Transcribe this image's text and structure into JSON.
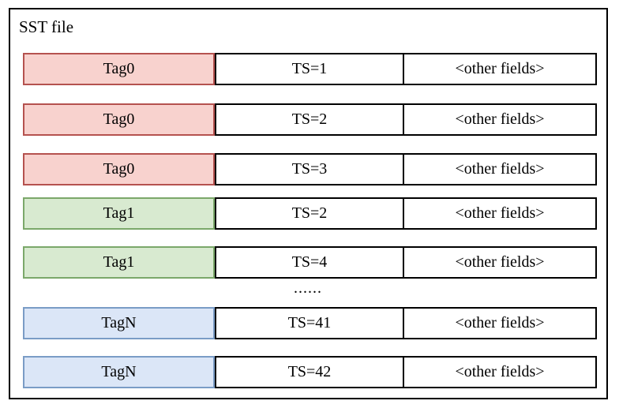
{
  "diagram": {
    "title": "SST file",
    "columns": [
      "tag",
      "timestamp",
      "other"
    ],
    "colors": {
      "pink_fill": "#f8d2ce",
      "pink_border": "#b5524f",
      "green_fill": "#d8ead0",
      "green_border": "#7ba86a",
      "blue_fill": "#dbe6f7",
      "blue_border": "#7a9cc6",
      "frame_border": "#000000",
      "cell_background": "#ffffff"
    },
    "ellipsis": "......",
    "rows": [
      {
        "tag": "Tag0",
        "ts": "TS=1",
        "other": "<other fields>",
        "color": "pink"
      },
      {
        "tag": "Tag0",
        "ts": "TS=2",
        "other": "<other fields>",
        "color": "pink"
      },
      {
        "tag": "Tag0",
        "ts": "TS=3",
        "other": "<other fields>",
        "color": "pink"
      },
      {
        "tag": "Tag1",
        "ts": "TS=2",
        "other": "<other fields>",
        "color": "green"
      },
      {
        "tag": "Tag1",
        "ts": "TS=4",
        "other": "<other fields>",
        "color": "green"
      },
      {
        "tag": "TagN",
        "ts": "TS=41",
        "other": "<other fields>",
        "color": "blue"
      },
      {
        "tag": "TagN",
        "ts": "TS=42",
        "other": "<other fields>",
        "color": "blue"
      }
    ]
  }
}
